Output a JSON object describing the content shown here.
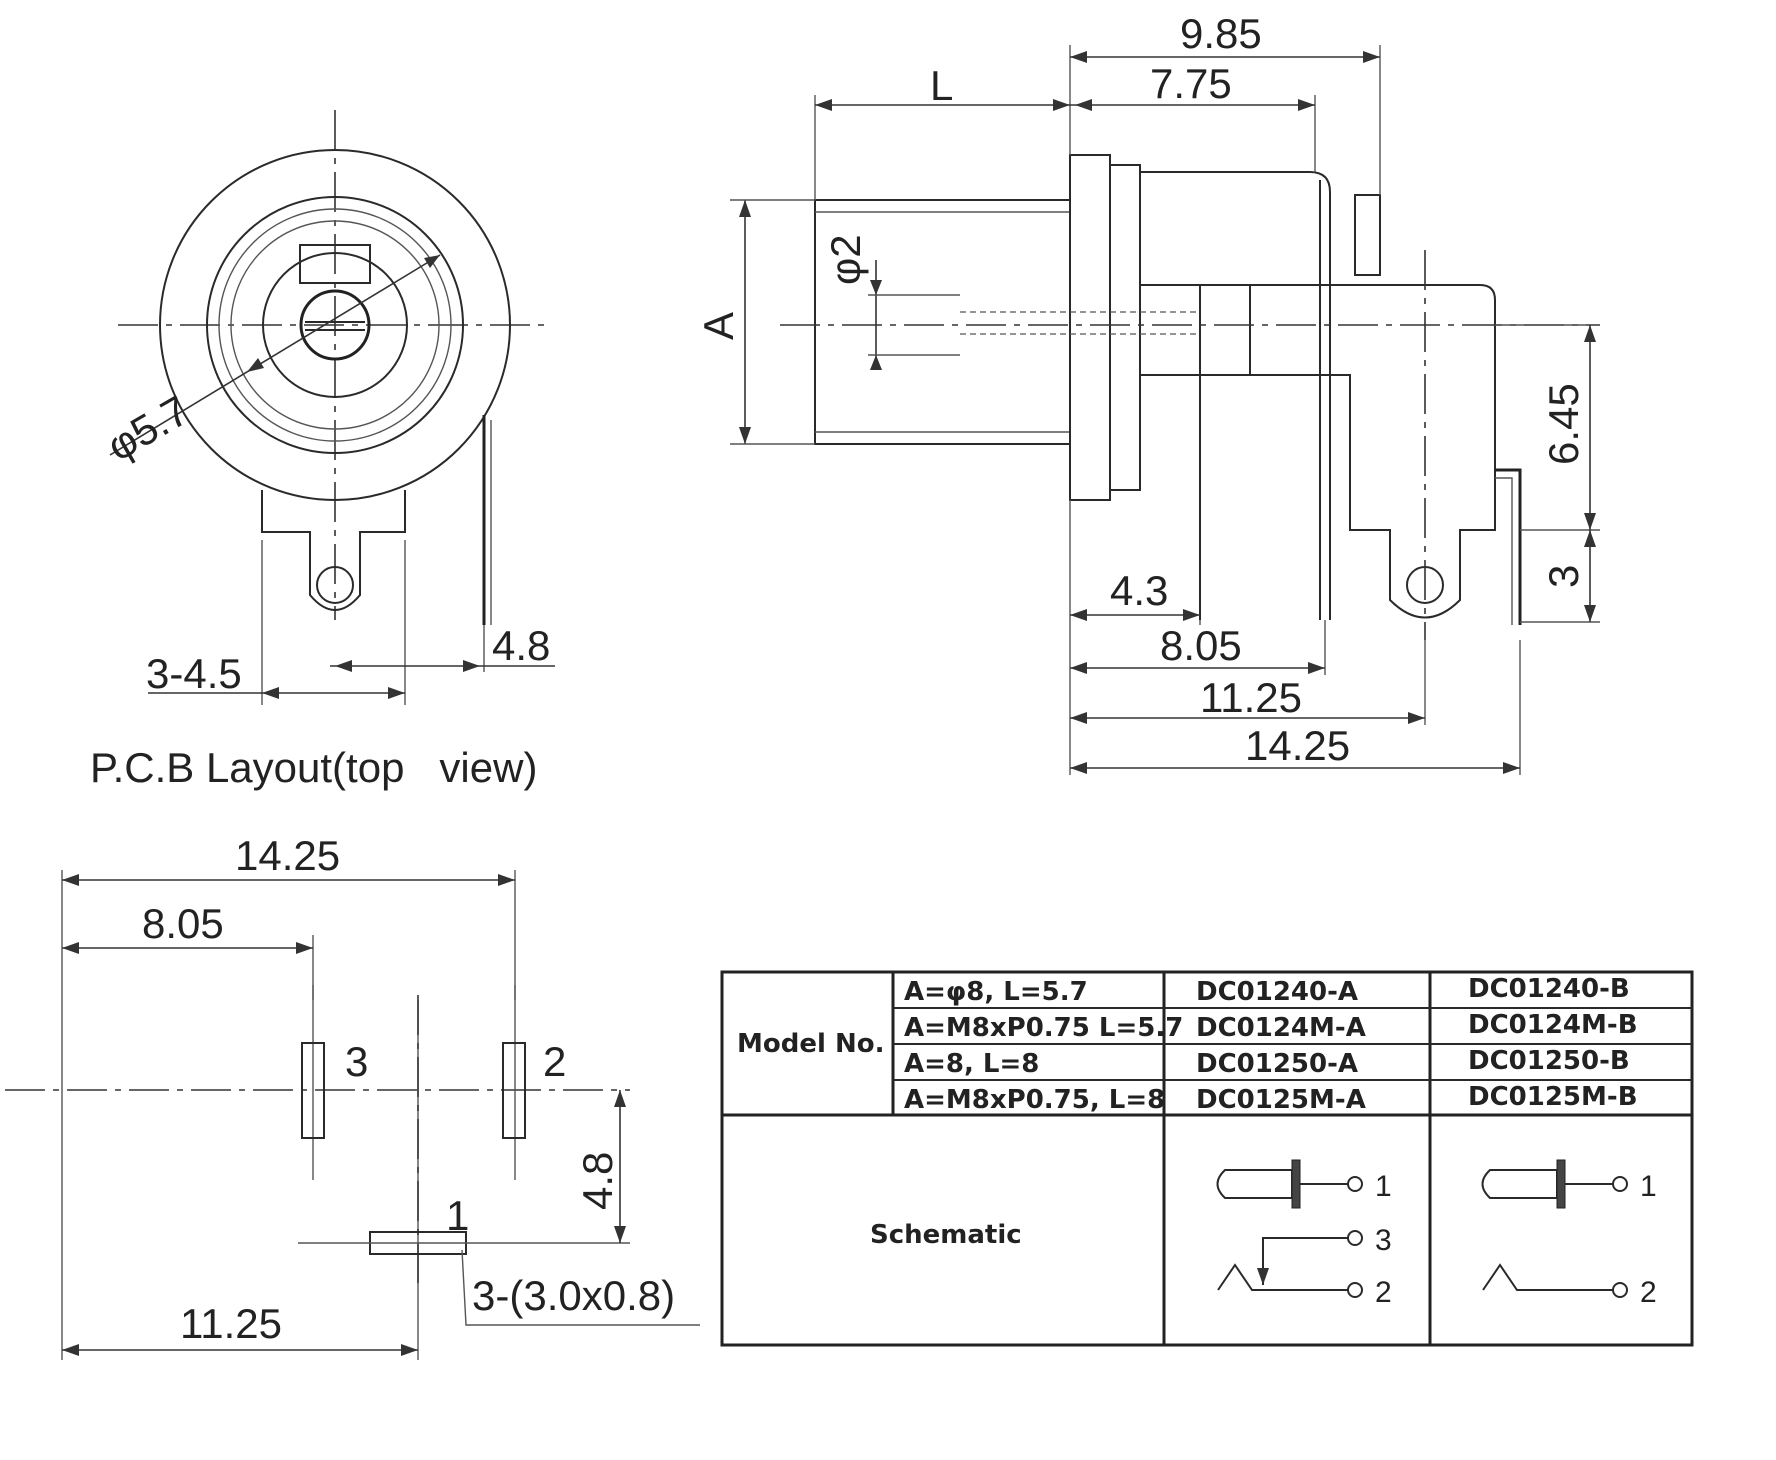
{
  "front_view": {
    "diameter_label": "φ5.7",
    "pin_count_diameter": "3-4.5",
    "pin_offset": "4.8"
  },
  "side_view": {
    "overall_length": "9.85",
    "body_length": "7.75",
    "thread_length_label": "L",
    "thread_diameter_label": "A",
    "pin_diameter_label": "φ2",
    "height_upper": "6.45",
    "height_lower": "3",
    "dim_4_3": "4.3",
    "dim_8_05": "8.05",
    "dim_11_25": "11.25",
    "dim_14_25": "14.25"
  },
  "pcb_layout": {
    "caption": "P.C.B Layout(top   view)",
    "dim_top": "14.25",
    "dim_mid": "8.05",
    "dim_bottom": "11.25",
    "dim_vertical": "4.8",
    "slot_label": "3-(3.0x0.8)",
    "pin_labels": [
      "3",
      "2",
      "1"
    ]
  },
  "model_table": {
    "header_model": "Model No.",
    "header_schematic": "Schematic",
    "rows": [
      {
        "spec": "A=φ8, L=5.7",
        "model_a": "DC01240-A",
        "model_b": "DC01240-B"
      },
      {
        "spec": "A=M8xP0.75 L=5.7",
        "model_a": "DC0124M-A",
        "model_b": "DC0124M-B"
      },
      {
        "spec": "A=8, L=8",
        "model_a": "DC01250-A",
        "model_b": "DC01250-B"
      },
      {
        "spec": "A=M8xP0.75, L=8",
        "model_a": "DC0125M-A",
        "model_b": "DC0125M-B"
      }
    ],
    "schematic_a_pins": [
      "1",
      "3",
      "2"
    ],
    "schematic_b_pins": [
      "1",
      "2"
    ]
  }
}
